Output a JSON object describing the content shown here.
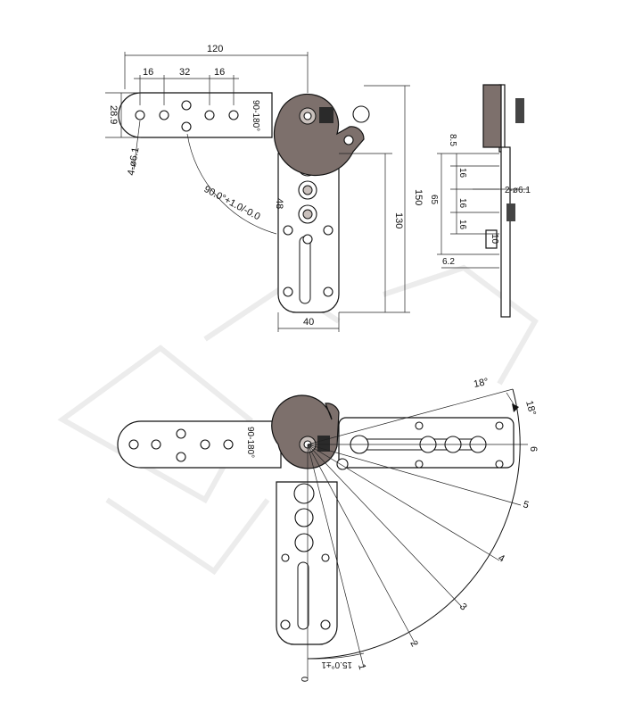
{
  "dimensions_top": {
    "overall_width": "120",
    "spacing_a": "16",
    "spacing_b": "32",
    "spacing_c": "16",
    "arm_height": "28.9",
    "hole_callout": "4-ø6.1",
    "angle_range_label": "90-180°",
    "angle_tolerance": "90.0°+1.0/-0.0",
    "slot_length": "48",
    "height_130": "130",
    "height_150": "150",
    "bottom_width": "40"
  },
  "dimensions_side": {
    "offset_top": "8.5",
    "pitch_1": "16",
    "pitch_2": "16",
    "pitch_3": "16",
    "span": "65",
    "hole_callout": "2-ø6.1",
    "thickness": "10",
    "edge_offset": "6.2"
  },
  "positions_view": {
    "angle_range_label": "90-180°",
    "step_angle_top": "18°",
    "step_angle_side": "18°",
    "base_angle": "15.0°±1",
    "positions": [
      "0",
      "1",
      "2",
      "3",
      "4",
      "5",
      "6"
    ]
  },
  "colors": {
    "line": "#111111",
    "hinge_body": "#7d706c",
    "watermark": "#ececec"
  }
}
